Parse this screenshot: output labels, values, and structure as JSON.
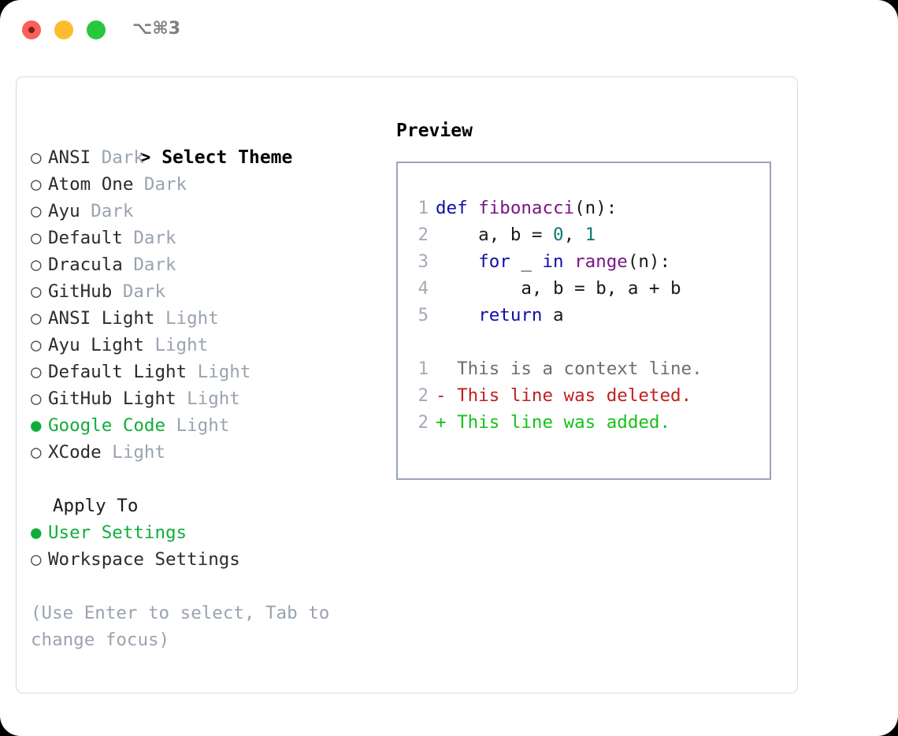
{
  "window": {
    "shortcut": "⌥⌘3",
    "traffic_lights": [
      "close-red",
      "minimize-yellow",
      "maximize-green"
    ]
  },
  "theme_picker": {
    "header_caret": ">",
    "header_label": "Select Theme",
    "bullet_unselected": "○",
    "bullet_selected": "●",
    "items": [
      {
        "label": "ANSI",
        "tag": "Dark",
        "selected": false
      },
      {
        "label": "Atom One",
        "tag": "Dark",
        "selected": false
      },
      {
        "label": "Ayu",
        "tag": "Dark",
        "selected": false
      },
      {
        "label": "Default",
        "tag": "Dark",
        "selected": false
      },
      {
        "label": "Dracula",
        "tag": "Dark",
        "selected": false
      },
      {
        "label": "GitHub",
        "tag": "Dark",
        "selected": false
      },
      {
        "label": "ANSI Light",
        "tag": "Light",
        "selected": false
      },
      {
        "label": "Ayu Light",
        "tag": "Light",
        "selected": false
      },
      {
        "label": "Default Light",
        "tag": "Light",
        "selected": false
      },
      {
        "label": "GitHub Light",
        "tag": "Light",
        "selected": false
      },
      {
        "label": "Google Code",
        "tag": "Light",
        "selected": true
      },
      {
        "label": "XCode",
        "tag": "Light",
        "selected": false
      }
    ]
  },
  "apply_to": {
    "header_label": "Apply To",
    "items": [
      {
        "label": "User Settings",
        "selected": true
      },
      {
        "label": "Workspace Settings",
        "selected": false
      }
    ]
  },
  "hint": {
    "text": "(Use Enter to select, Tab to change focus)"
  },
  "preview": {
    "title": "Preview",
    "code_lines": [
      {
        "n": "1",
        "tokens": [
          {
            "t": "def ",
            "c": "kw"
          },
          {
            "t": "fibonacci",
            "c": "fn"
          },
          {
            "t": "(n):",
            "c": "pl"
          }
        ]
      },
      {
        "n": "2",
        "tokens": [
          {
            "t": "    a, b = ",
            "c": "pl"
          },
          {
            "t": "0",
            "c": "num"
          },
          {
            "t": ", ",
            "c": "pl"
          },
          {
            "t": "1",
            "c": "num"
          }
        ]
      },
      {
        "n": "3",
        "tokens": [
          {
            "t": "    ",
            "c": "pl"
          },
          {
            "t": "for",
            "c": "kw"
          },
          {
            "t": " _ ",
            "c": "pl"
          },
          {
            "t": "in",
            "c": "kw"
          },
          {
            "t": " ",
            "c": "pl"
          },
          {
            "t": "range",
            "c": "fn"
          },
          {
            "t": "(n):",
            "c": "pl"
          }
        ]
      },
      {
        "n": "4",
        "tokens": [
          {
            "t": "        a, b = b, a + b",
            "c": "pl"
          }
        ]
      },
      {
        "n": "5",
        "tokens": [
          {
            "t": "    ",
            "c": "pl"
          },
          {
            "t": "return",
            "c": "kw"
          },
          {
            "t": " a",
            "c": "pl"
          }
        ]
      }
    ],
    "diff_lines": [
      {
        "n": "1",
        "marker": " ",
        "text": "This is a context line.",
        "kind": "ctx"
      },
      {
        "n": "2",
        "marker": "-",
        "text": "This line was deleted.",
        "kind": "del"
      },
      {
        "n": "2",
        "marker": "+",
        "text": "This line was added.",
        "kind": "add"
      }
    ]
  },
  "colors": {
    "accent_green": "#12ac3c",
    "tag_gray": "#9aa3b0",
    "line_number": "#a3abb8",
    "keyword_blue": "#0f0fa8",
    "function_purple": "#7b1487",
    "number_teal": "#0b7a75",
    "diff_context": "#6e6e6e",
    "diff_deleted": "#c02020",
    "diff_added": "#16c216",
    "preview_border": "#9aa5b5",
    "panel_border": "#d6dae0",
    "light_red": "#fb5f57",
    "light_yellow": "#fdbc2e",
    "light_green": "#29c63e"
  }
}
